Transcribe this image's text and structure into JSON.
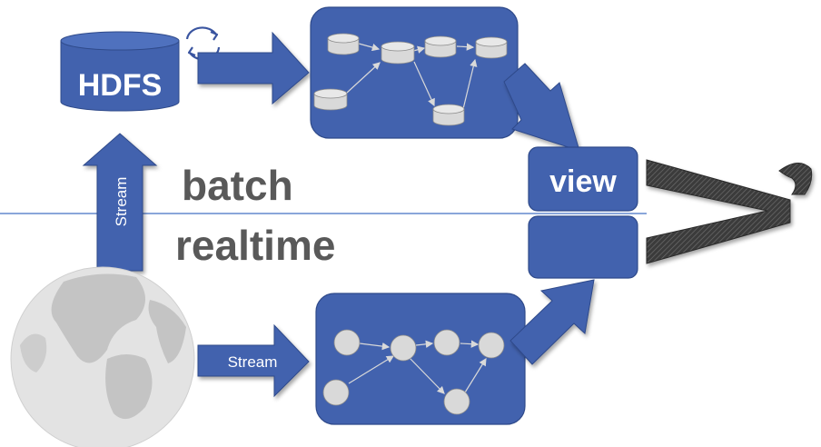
{
  "labels": {
    "hdfs": "HDFS",
    "stream_vertical": "Stream",
    "stream_horizontal": "Stream",
    "batch": "batch",
    "realtime": "realtime",
    "view": "view"
  },
  "colors": {
    "primary": "#4262AE",
    "primary_dark": "#2F4A8A",
    "node_fill": "#D9D9D9",
    "globe": "#BFBFBF",
    "lambda": "#404040",
    "divider": "#4472C4",
    "label_text": "#595959"
  },
  "icons": {
    "sync": "sync-cycle-icon",
    "globe": "globe-icon",
    "lambda": "lambda-symbol-icon"
  }
}
